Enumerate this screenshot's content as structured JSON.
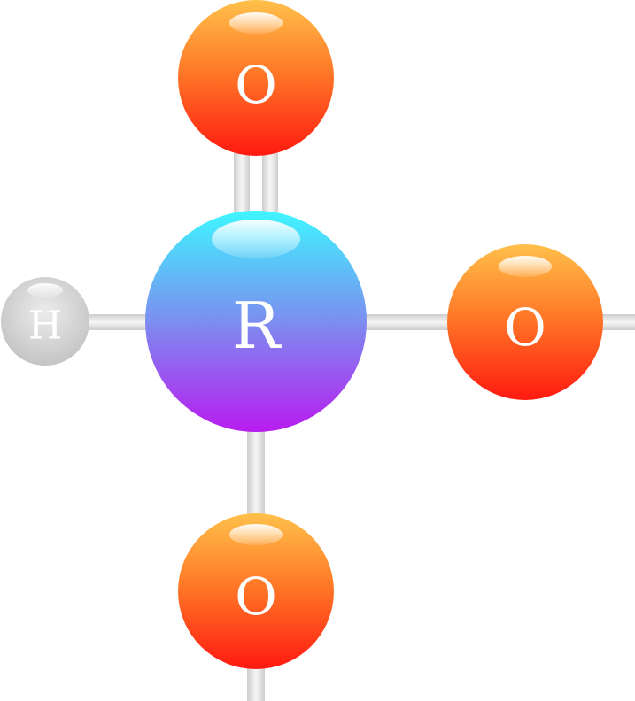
{
  "atoms": {
    "top_oxygen": {
      "label": "O"
    },
    "right_oxygen": {
      "label": "O"
    },
    "bottom_oxygen": {
      "label": "O"
    },
    "central": {
      "label": "R"
    },
    "hydrogen": {
      "label": "H"
    }
  },
  "colors": {
    "oxygen_top": "#ffb347",
    "oxygen_bottom": "#ff1a10",
    "central_top": "#3ef3ff",
    "central_bottom": "#b61cf2",
    "hydrogen": "#d8d8d8",
    "bond": "#e2e0e0"
  }
}
